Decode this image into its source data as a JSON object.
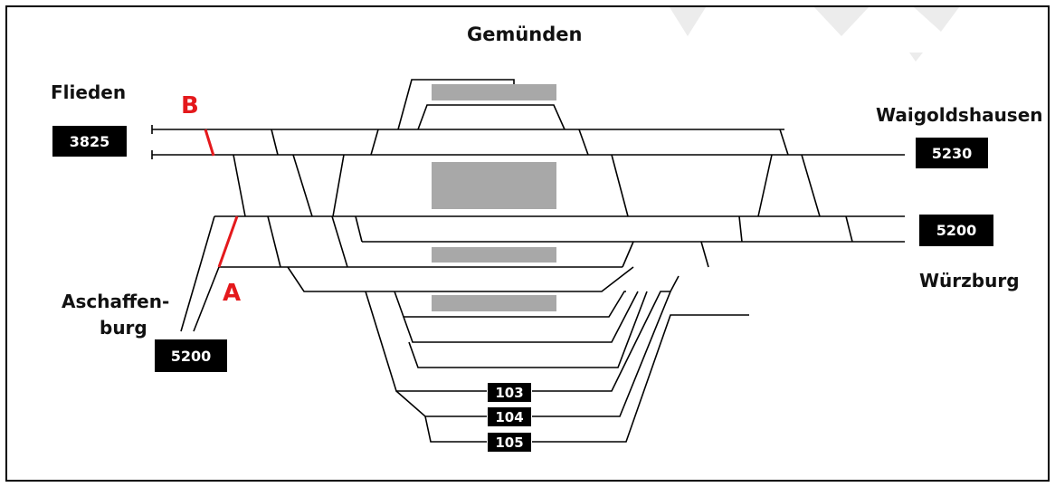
{
  "diagram": {
    "station": "Gemünden",
    "directions": {
      "flieden": "Flieden",
      "waigoldshausen": "Waigoldshausen",
      "wuerzburg": "Würzburg",
      "aschaffenburg_1": "Aschaffen-",
      "aschaffenburg_2": "burg"
    },
    "line_numbers": {
      "flieden": "3825",
      "waigoldshausen": "5230",
      "wuerzburg": "5200",
      "aschaffenburg": "5200"
    },
    "markers": {
      "a": "A",
      "b": "B"
    },
    "tracks": {
      "t103": "103",
      "t104": "104",
      "t105": "105"
    },
    "colors": {
      "marker": "#e4191c",
      "platform": "#a8a8a8",
      "line": "#000000"
    }
  }
}
